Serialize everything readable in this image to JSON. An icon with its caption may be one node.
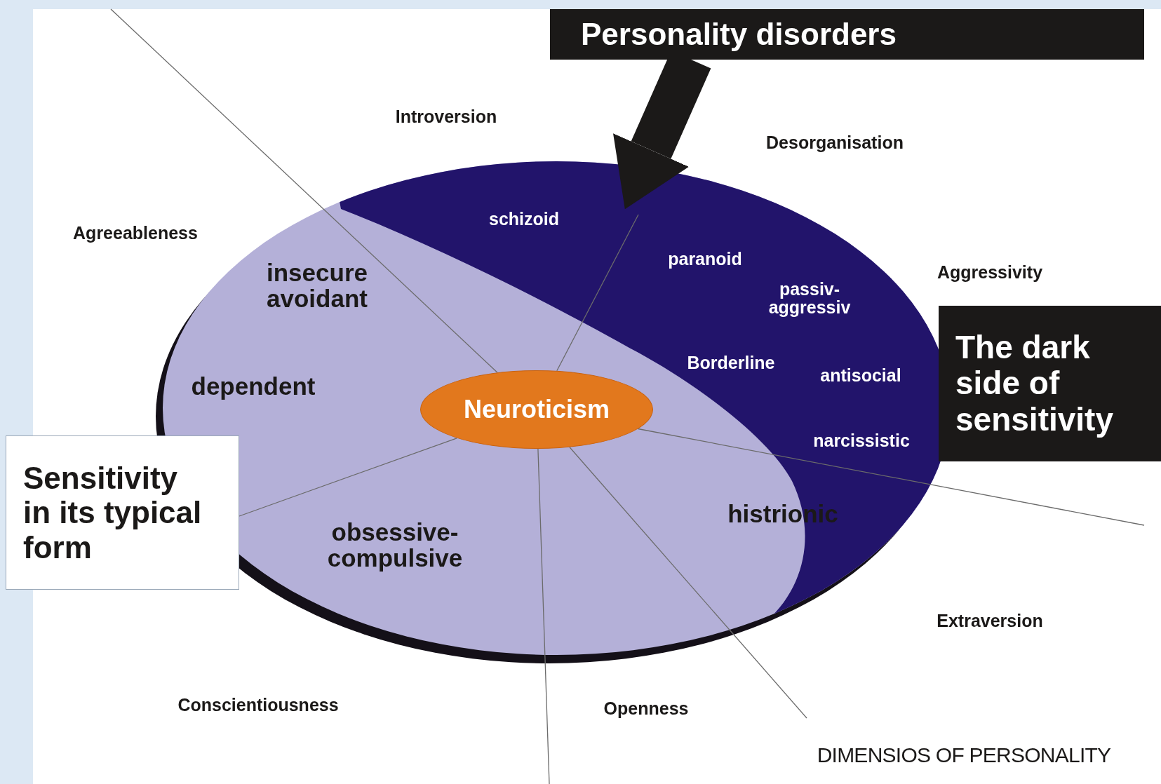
{
  "diagram": {
    "nodes": [
      {
        "text": [
          "Personality disorders"
        ]
      },
      {
        "text": [],
        "shape": "ellipse"
      },
      {
        "text": [
          "Neuroticism"
        ],
        "in": 1
      },
      {
        "text": [
          "The dark side of sensitivity"
        ]
      },
      {
        "text": [
          "Sensitivity in its typical form"
        ]
      }
    ],
    "edges": [
      {
        "from": 0,
        "to": 1,
        "arrow": "to",
        "style": "thick"
      },
      {
        "from": 2,
        "to": null,
        "arrow": "none"
      },
      {
        "from": 2,
        "to": null,
        "arrow": "none"
      },
      {
        "from": 2,
        "to": null,
        "arrow": "none"
      },
      {
        "from": 2,
        "to": null,
        "arrow": "none"
      },
      {
        "from": 2,
        "to": null,
        "arrow": "none"
      },
      {
        "from": 2,
        "to": 4,
        "arrow": "none"
      }
    ],
    "labels": [
      "Introversion",
      "Desorganisation",
      "Agreeableness",
      "schizoid",
      "paranoid",
      "insecure avoidant",
      "passiv- aggressiv",
      "Aggressivity",
      "Borderline",
      "antisocial",
      "dependent",
      "narcissistic",
      "histrionic",
      "obsessive- compulsive",
      "Extraversion",
      "Conscientiousness",
      "Openness",
      "DIMENSIOS OF PERSONALITY"
    ]
  }
}
